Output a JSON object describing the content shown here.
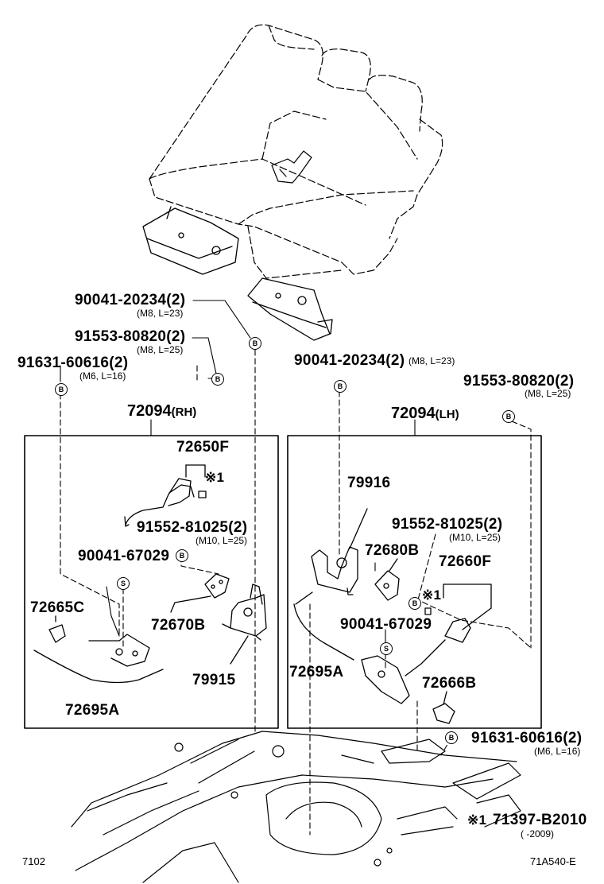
{
  "assemblies": {
    "rh": {
      "part_number": "72094",
      "side": "(RH)"
    },
    "lh": {
      "part_number": "72094",
      "side": "(LH)"
    }
  },
  "callouts": {
    "top_bolt_rh": {
      "part": "90041-20234(2)",
      "spec": "(M8, L=23)",
      "mark": "B"
    },
    "top_bolt2_rh": {
      "part": "91553-80820(2)",
      "spec": "(M8, L=25)",
      "mark": "B"
    },
    "left_bolt_rh": {
      "part": "91631-60616(2)",
      "spec": "(M6, L=16)",
      "mark": "B"
    },
    "top_bolt_lh": {
      "part": "90041-20234(2)",
      "spec": "(M8, L=23)",
      "mark": "B"
    },
    "top_bolt2_lh": {
      "part": "91553-80820(2)",
      "spec": "(M8, L=25)",
      "mark": "B"
    },
    "bottom_bolt_lh": {
      "part": "91631-60616(2)",
      "spec": "(M6, L=16)",
      "mark": "B"
    }
  },
  "rh_parts": {
    "p72650F": "72650F",
    "note_mark": "※1",
    "p91552": "91552-81025(2)",
    "p91552_spec": "(M10, L=25)",
    "p91552_mark": "B",
    "p90041": "90041-67029",
    "p90041_mark": "S",
    "p72665C": "72665C",
    "p72670B": "72670B",
    "p79915": "79915",
    "p72695A": "72695A"
  },
  "lh_parts": {
    "p79916": "79916",
    "p91552": "91552-81025(2)",
    "p91552_spec": "(M10, L=25)",
    "p91552_mark": "B",
    "p72680B": "72680B",
    "p72660F": "72660F",
    "note_mark": "※1",
    "p90041": "90041-67029",
    "p90041_mark": "S",
    "p72695A": "72695A",
    "p72666B": "72666B"
  },
  "footnote": {
    "mark": "※1",
    "part": "71397-B2010",
    "range": "(       -2009)"
  },
  "footer": {
    "left_code": "7102",
    "right_code": "71A540-E"
  }
}
